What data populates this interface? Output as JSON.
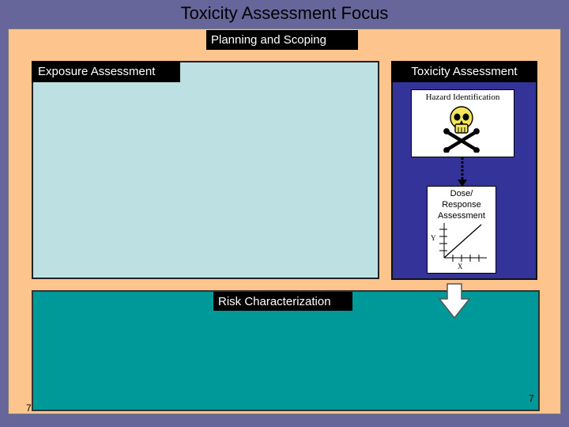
{
  "title": "Toxicity Assessment Focus",
  "planning_label": "Planning and Scoping",
  "exposure_label": "Exposure Assessment",
  "toxicity_label": "Toxicity Assessment",
  "hazard_label": "Hazard Identification",
  "dose_label_lines": [
    "Dose/",
    "Response",
    "Assessment"
  ],
  "dose_chart": {
    "y_label": "Y",
    "x_label": "X"
  },
  "risk_label": "Risk Characterization",
  "slide_number_left": "7",
  "slide_number_right": "7",
  "colors": {
    "background": "#66669a",
    "frame": "#fec48e",
    "exposure_panel": "#bde0e3",
    "toxicity_panel": "#33339a",
    "risk_panel": "#009999",
    "skull": "#f2e45c"
  },
  "icons": [
    "skull-crossbones-icon",
    "dashed-arrow-icon",
    "down-arrow-icon"
  ]
}
